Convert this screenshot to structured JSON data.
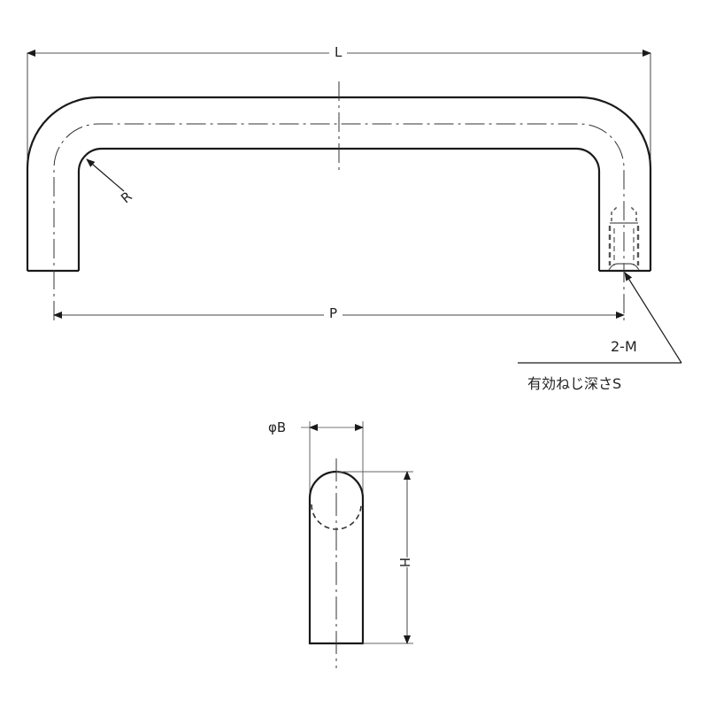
{
  "drawing": {
    "title": "Handle dimension drawing",
    "colors": {
      "line": "#1a1a1a",
      "dim": "#555555",
      "background": "#ffffff"
    },
    "front_view": {
      "overall_length_label": "L",
      "pitch_label": "P",
      "radius_label": "R",
      "thread_label": "2-M",
      "thread_depth_label": "有効ねじ深さS"
    },
    "side_view": {
      "diameter_label": "φB",
      "height_label": "H"
    }
  }
}
